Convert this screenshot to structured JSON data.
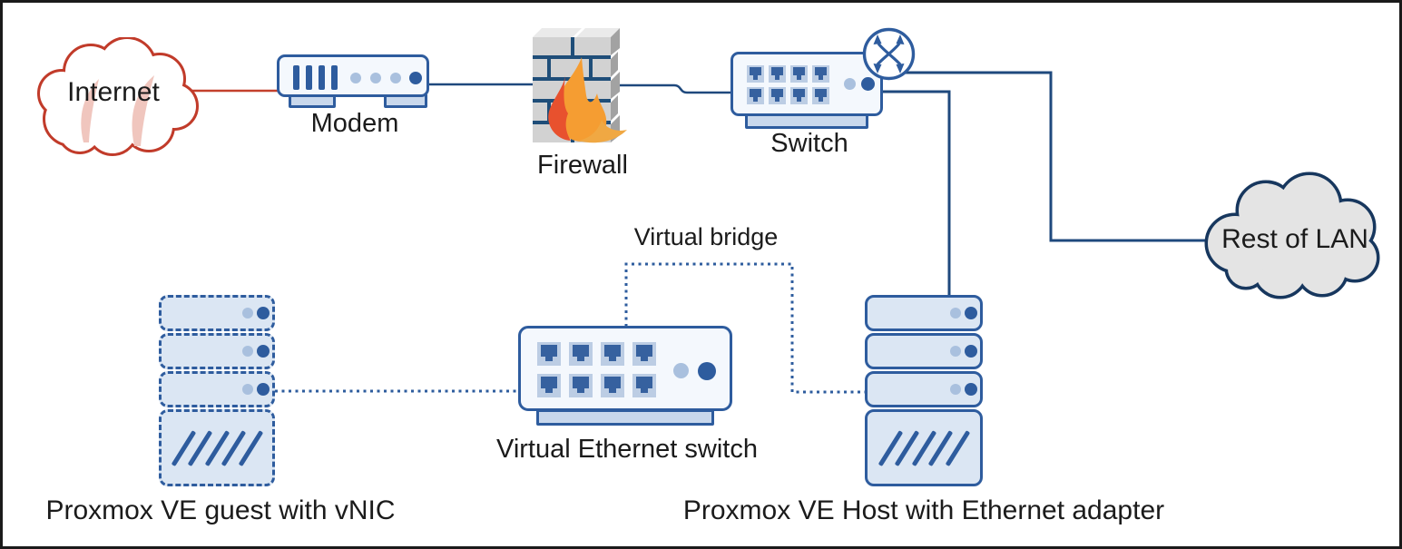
{
  "labels": {
    "internet": "Internet",
    "modem": "Modem",
    "firewall": "Firewall",
    "switch": "Switch",
    "rest_of_lan": "Rest of LAN",
    "virtual_bridge": "Virtual bridge",
    "virtual_ethernet_switch": "Virtual Ethernet switch",
    "guest": "Proxmox VE guest with vNIC",
    "host": "Proxmox VE Host with Ethernet adapter"
  },
  "connections": [
    {
      "from": "Internet",
      "to": "Modem",
      "style": "solid",
      "color": "#c4402c"
    },
    {
      "from": "Modem",
      "to": "Firewall",
      "style": "solid",
      "color": "#1f497d"
    },
    {
      "from": "Firewall",
      "to": "Switch",
      "style": "solid",
      "color": "#1f497d"
    },
    {
      "from": "Switch",
      "to": "Rest of LAN",
      "style": "solid",
      "color": "#1f497d"
    },
    {
      "from": "Switch",
      "to": "Proxmox VE Host with Ethernet adapter",
      "style": "solid",
      "color": "#1f497d"
    },
    {
      "from": "Virtual Ethernet switch",
      "to": "Proxmox VE Host with Ethernet adapter",
      "style": "dotted",
      "color": "#2e5c9e",
      "label": "Virtual bridge"
    },
    {
      "from": "Proxmox VE guest with vNIC",
      "to": "Virtual Ethernet switch",
      "style": "dotted",
      "color": "#2e5c9e"
    }
  ],
  "colors": {
    "device_border": "#2e5c9e",
    "device_fill": "#f4f8fd",
    "server_fill": "#dbe6f3",
    "port_bg": "#bccde4",
    "port_glyph": "#36619f",
    "dot_light": "#a9c0de",
    "dot_dark": "#2e5c9e",
    "base_fill": "#c9d8ec",
    "line_blue": "#1f497d",
    "line_red": "#c4402c",
    "internet_cloud_stroke": "#c13b2a",
    "internet_cloud_sail": "#f0c6be",
    "lan_cloud_fill": "#e4e4e4",
    "lan_cloud_stroke": "#17375e",
    "firewall_mortar": "#1f4e79",
    "firewall_brick": "#d2d2d2",
    "flame_orange": "#f59d32",
    "flame_red": "#e8512e"
  },
  "icons": [
    "internet-cloud-icon",
    "modem-icon",
    "firewall-icon",
    "switch-icon",
    "router-arrows-icon",
    "lan-cloud-icon",
    "server-stack-icon",
    "ethernet-port-icon"
  ]
}
